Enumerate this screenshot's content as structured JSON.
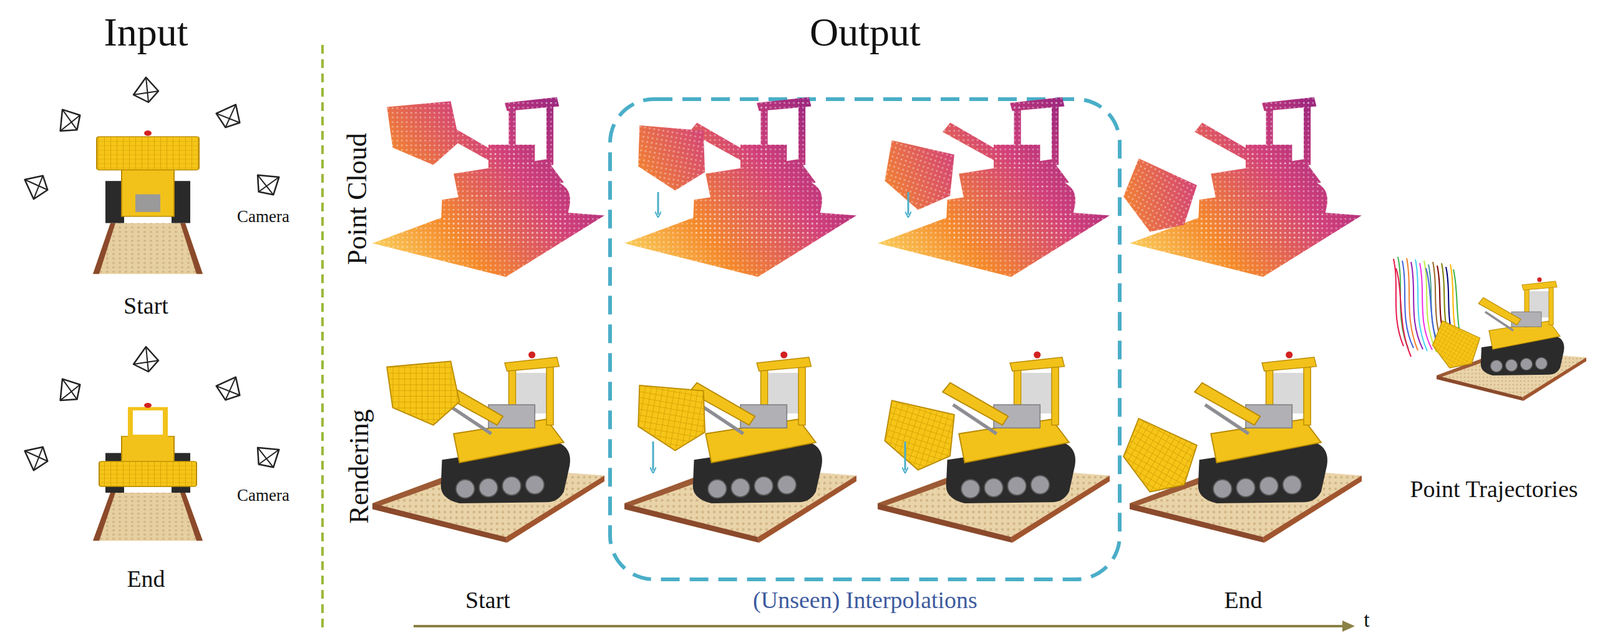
{
  "diagram": {
    "labels": [
      "Input",
      "Output",
      "Point Cloud",
      "Camera",
      "Start",
      "Rendering",
      "Camera",
      "End",
      "Start",
      "(Unseen) Interpolations",
      "End",
      "t",
      "Point Trajectories"
    ]
  }
}
